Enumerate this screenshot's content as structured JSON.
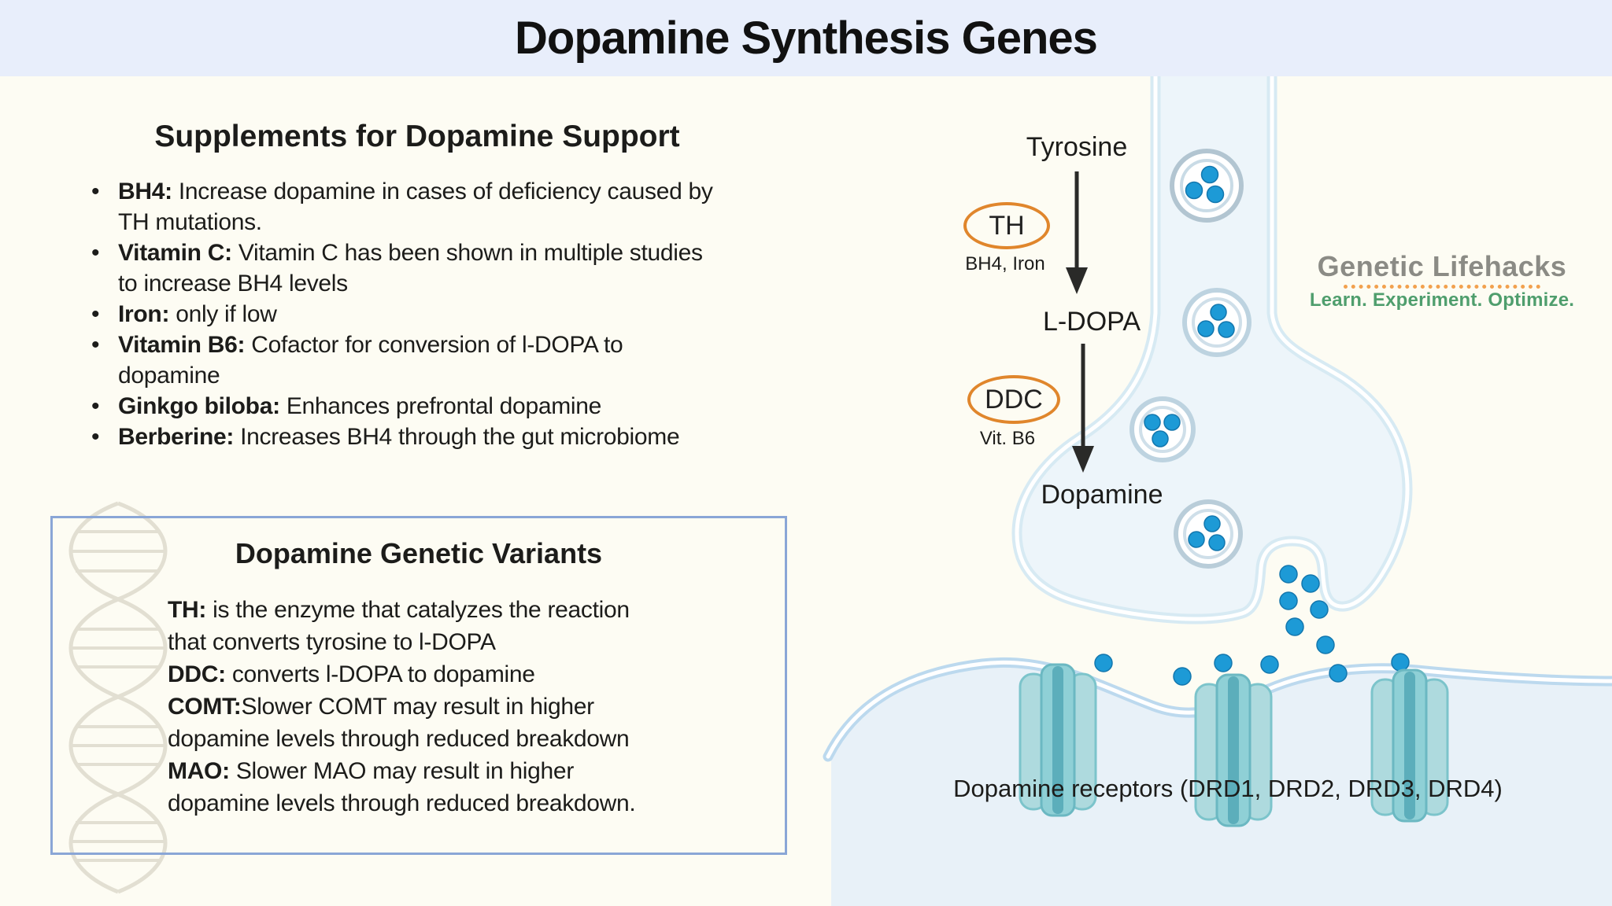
{
  "title": "Dopamine Synthesis Genes",
  "supplements": {
    "heading": "Supplements for Dopamine Support",
    "items": [
      {
        "term": "BH4:",
        "rest": " Increase dopamine in cases of deficiency caused by\nTH mutations."
      },
      {
        "term": "Vitamin C:",
        "rest": " Vitamin C has been shown in multiple studies\nto increase BH4 levels"
      },
      {
        "term": "Iron:",
        "rest": " only if low"
      },
      {
        "term": "Vitamin B6:",
        "rest": " Cofactor for conversion of l-DOPA to\ndopamine"
      },
      {
        "term": "Ginkgo biloba:",
        "rest": " Enhances prefrontal dopamine"
      },
      {
        "term": "Berberine:",
        "rest": " Increases BH4 through the gut microbiome"
      }
    ]
  },
  "variants": {
    "heading": "Dopamine Genetic Variants",
    "items": [
      {
        "term": "TH:",
        "rest": " is the enzyme that catalyzes the reaction\nthat converts tyrosine to l-DOPA"
      },
      {
        "term": "DDC:",
        "rest": " converts l-DOPA to dopamine"
      },
      {
        "term": "COMT:",
        "rest": "Slower COMT may result in higher\ndopamine levels through reduced breakdown"
      },
      {
        "term": "MAO:",
        "rest": " Slower MAO may result in higher\ndopamine levels through reduced breakdown."
      }
    ]
  },
  "pathway": {
    "substrate": "Tyrosine",
    "step1": {
      "enzyme": "TH",
      "cofactors": "BH4, Iron"
    },
    "intermediate": "L-DOPA",
    "step2": {
      "enzyme": "DDC",
      "cofactors": "Vit. B6"
    },
    "product": "Dopamine",
    "receptors_label": "Dopamine receptors (DRD1, DRD2, DRD3, DRD4)"
  },
  "logo": {
    "brand": "Genetic Lifehacks",
    "tagline": "Learn. Experiment. Optimize."
  },
  "colors": {
    "header_bg": "#e8eefb",
    "page_bg": "#fdfcf3",
    "postsynaptic_fill": "#e8f1f8",
    "postsynaptic_membrane": "#bcd9ee",
    "neuron_fill": "#edf5fa",
    "neuron_membrane": "#d7eaf3",
    "vesicle_ring": "#b2c5d1",
    "dopamine_dot": "#1d9ad6",
    "receptor_teal": "#aedade",
    "enzyme_oval_orange": "#e0862c",
    "variant_box_border": "#8aa6d6",
    "logo_gray": "#8b8b85",
    "logo_green": "#4f9e6d",
    "logo_dot_orange": "#f2a14e",
    "dna_helix": "#dcd8ca"
  }
}
